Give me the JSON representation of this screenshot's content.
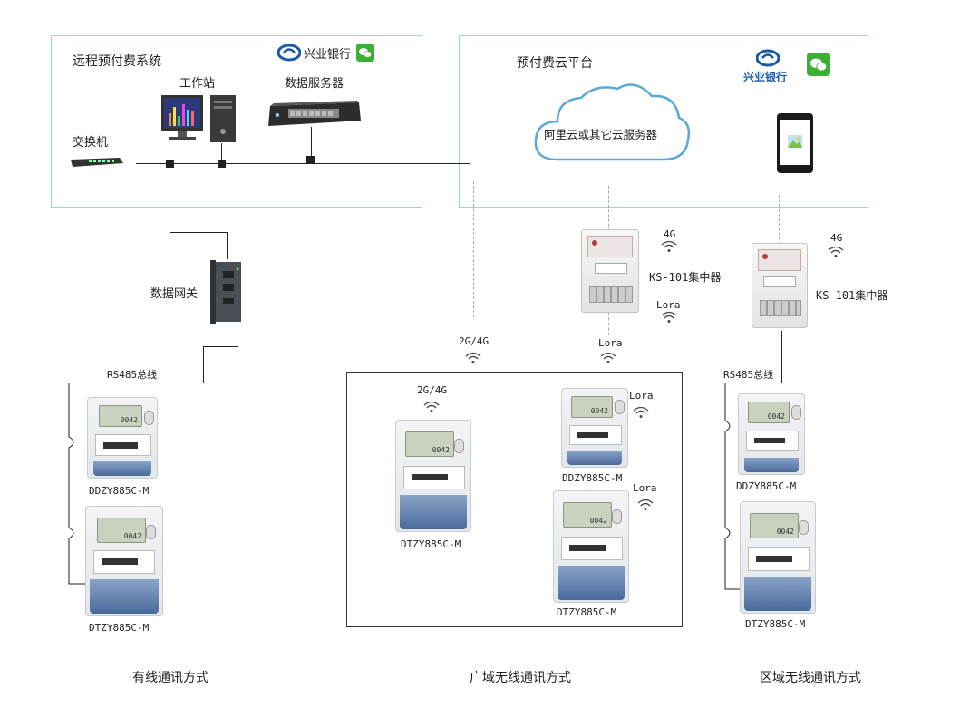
{
  "panels": {
    "left_title": "远程预付费系统",
    "right_title": "预付费云平台"
  },
  "left_panel": {
    "bank_name": "兴业银行",
    "workstation_label": "工作站",
    "data_server_label": "数据服务器",
    "switch_label": "交换机"
  },
  "right_panel": {
    "bank_name": "兴业银行",
    "cloud_label": "阿里云或其它云服务器"
  },
  "gateway_label": "数据网关",
  "bus_labels": {
    "left": "RS485总线",
    "right": "RS485总线"
  },
  "concentrators": {
    "center": {
      "label": "KS-101集中器",
      "signal_top": "4G",
      "signal_bottom": "Lora"
    },
    "right": {
      "label": "KS-101集中器",
      "signal_top": "4G"
    }
  },
  "wan_signals": {
    "left": "2G/4G",
    "right": "Lora"
  },
  "meters": {
    "left_top": "DDZY885C-M",
    "left_bottom": "DTZY885C-M",
    "center_left_signal": "2G/4G",
    "center_left": "DTZY885C-M",
    "center_top_signal": "Lora",
    "center_top": "DDZY885C-M",
    "center_bottom_signal": "Lora",
    "center_bottom": "DTZY885C-M",
    "right_top": "DDZY885C-M",
    "right_bottom": "DTZY885C-M"
  },
  "meter_display_value": "0042",
  "section_titles": {
    "wired": "有线通讯方式",
    "wan_wireless": "广域无线通讯方式",
    "local_wireless": "区域无线通讯方式"
  },
  "colors": {
    "panel_border": "#8fd8e6",
    "bank_blue": "#1a5aa8",
    "wechat_green": "#3cb035",
    "cloud_border": "#5aa7dc"
  }
}
